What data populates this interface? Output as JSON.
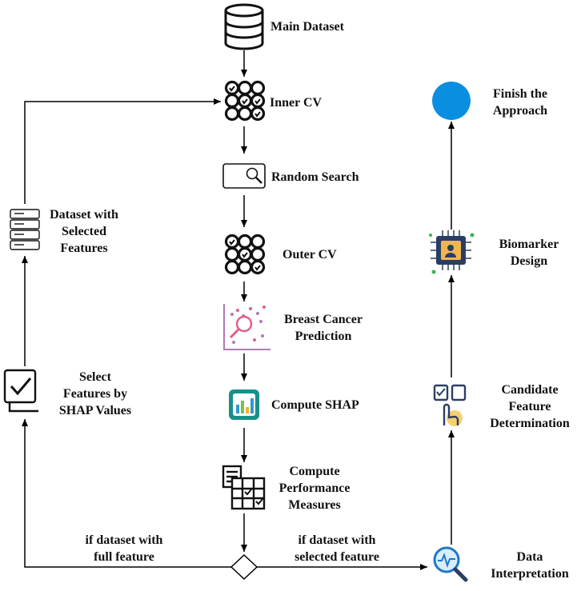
{
  "nodes": {
    "main_dataset": "Main Dataset",
    "inner_cv": "Inner CV",
    "random_search": "Random Search",
    "outer_cv": "Outer CV",
    "prediction": [
      "Breast Cancer",
      "Prediction"
    ],
    "compute_shap": "Compute SHAP",
    "compute_performance": [
      "Compute",
      "Performance",
      "Measures"
    ],
    "dataset_selected": [
      "Dataset with",
      "Selected",
      "Features"
    ],
    "select_features": [
      "Select",
      "Features by",
      "SHAP Values"
    ],
    "data_interpretation": [
      "Data",
      "Interpretation"
    ],
    "candidate_feature": [
      "Candidate",
      "Feature",
      "Determination"
    ],
    "biomarker_design": [
      "Biomarker",
      "Design"
    ],
    "finish": [
      "Finish the",
      "Approach"
    ]
  },
  "edges": {
    "full_feature": [
      "if dataset with",
      "full feature"
    ],
    "selected_feature": [
      "if dataset with",
      "selected feature"
    ]
  },
  "colors": {
    "finish_circle": "#0a8fe0",
    "line": "#000000"
  }
}
